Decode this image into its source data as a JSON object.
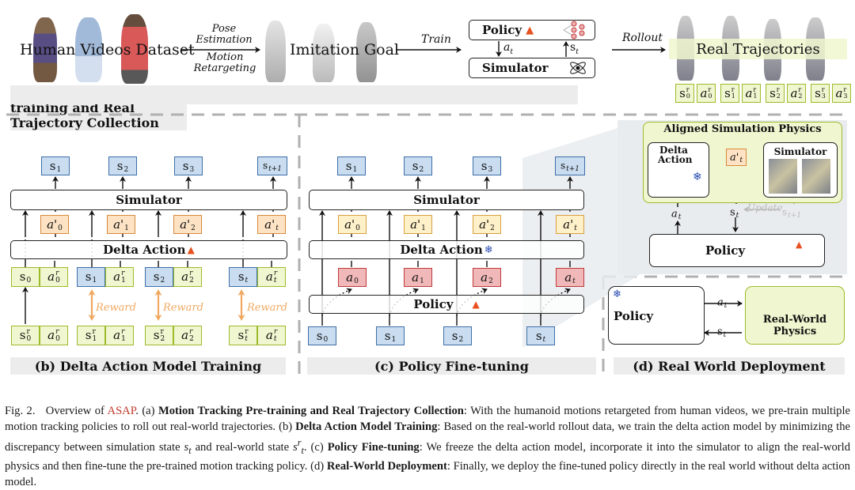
{
  "panel_a": {
    "caption": "(a) Motion Tracking Pre-training and Real Trajectory Collection",
    "human_videos_label": "Human Videos Dataset",
    "pose_estimation_label": "Pose Estimation",
    "motion_retargeting_label": "Motion Retargeting",
    "imitation_goal_label": "Imitation Goal",
    "train_label": "Train",
    "policy_label": "Policy",
    "simulator_label": "Simulator",
    "action_label": "a_t",
    "state_label": "s_t",
    "rollout_label": "Rollout",
    "real_trajectories_label": "Real Trajectories",
    "trajectory_tokens": [
      {
        "base": "s",
        "sup": "r",
        "sub": "0"
      },
      {
        "base": "a",
        "sup": "r",
        "sub": "0"
      },
      {
        "base": "s",
        "sup": "r",
        "sub": "1"
      },
      {
        "base": "a",
        "sup": "r",
        "sub": "1"
      },
      {
        "base": "s",
        "sup": "r",
        "sub": "2"
      },
      {
        "base": "a",
        "sup": "r",
        "sub": "2"
      },
      {
        "base": "s",
        "sup": "r",
        "sub": "3"
      },
      {
        "base": "a",
        "sup": "r",
        "sub": "3"
      }
    ]
  },
  "panel_b": {
    "caption": "(b) Delta Action Model Training",
    "simulator_label": "Simulator",
    "delta_action_label": "Delta Action",
    "reward_label": "Reward",
    "top_states": [
      "s_1",
      "s_2",
      "s_3",
      "s_{t+1}"
    ],
    "delta_actions": [
      "a'_0",
      "a'_1",
      "a'_2",
      "a'_t"
    ],
    "input_states": [
      "s_0",
      "s_1",
      "s_2",
      "s_t"
    ],
    "input_actions": [
      "a^r_0",
      "a^r_1",
      "a^r_2",
      "a^r_t"
    ],
    "real_states": [
      "s^r_0",
      "s^r_1",
      "s^r_2",
      "s^r_t"
    ],
    "real_actions": [
      "a^r_0",
      "a^r_1",
      "a^r_2",
      "a^r_t"
    ]
  },
  "panel_c": {
    "caption": "(c) Policy Fine-tuning",
    "simulator_label": "Simulator",
    "delta_action_label": "Delta Action",
    "policy_label": "Policy",
    "top_states": [
      "s_1",
      "s_2",
      "s_3",
      "s_{t+1}"
    ],
    "delta_actions": [
      "a'_0",
      "a'_1",
      "a'_2",
      "a'_t"
    ],
    "policy_actions": [
      "a_0",
      "a_1",
      "a_2",
      "a_t"
    ],
    "input_states": [
      "s_0",
      "s_1",
      "s_2",
      "s_t"
    ]
  },
  "aligned_sim": {
    "title": "Aligned Simulation Physics",
    "delta_action_label": "Delta Action",
    "delta_out_label": "a'_t",
    "simulator_label": "Simulator",
    "action_label": "a_t",
    "state_label": "s_t",
    "update_label": "Update",
    "next_state_label": "s_{t+1}",
    "policy_label": "Policy"
  },
  "panel_d": {
    "caption": "(d) Real World Deployment",
    "policy_label": "Policy",
    "action_label": "a_t",
    "state_label": "s_t",
    "physics_label_line1": "Real-World",
    "physics_label_line2": "Physics"
  },
  "figure_caption": {
    "fig_number": "Fig. 2.",
    "intro": "Overview of",
    "name": "ASAP",
    "a_tag": "(a)",
    "a_title": "Motion Tracking Pre-training and Real Trajectory Collection",
    "a_text": ": With the humanoid motions retargeted from human videos, we pre-train multiple motion tracking policies to roll out real-world trajectories.",
    "b_tag": "(b)",
    "b_title": "Delta Action Model Training",
    "b_text_1": ": Based on the real-world rollout data, we train the delta action model by minimizing the discrepancy between simulation state",
    "b_sim_state": "s",
    "b_text_2": "and real-world state",
    "b_real_state": "s",
    "c_tag": "(c)",
    "c_title": "Policy Fine-tuning",
    "c_text": ": We freeze the delta action model, incorporate it into the simulator to align the real-world physics and then fine-tune the pre-trained motion tracking policy.",
    "d_tag": "(d)",
    "d_title": "Real-World Deployment",
    "d_text": ": Finally, we deploy the fine-tuned policy directly in the real world without delta action model."
  },
  "colors": {
    "sim_state_blue": "#c9dcf0",
    "real_green": "#f0f6cf",
    "delta_orange": "#fde3c4",
    "policy_action_red": "#f0b8b8",
    "reward_orange": "#f0a860",
    "accent_red": "#c0392b"
  },
  "icons": [
    "fire-icon",
    "snowflake-icon",
    "atom-icon",
    "neural-net-icon"
  ]
}
